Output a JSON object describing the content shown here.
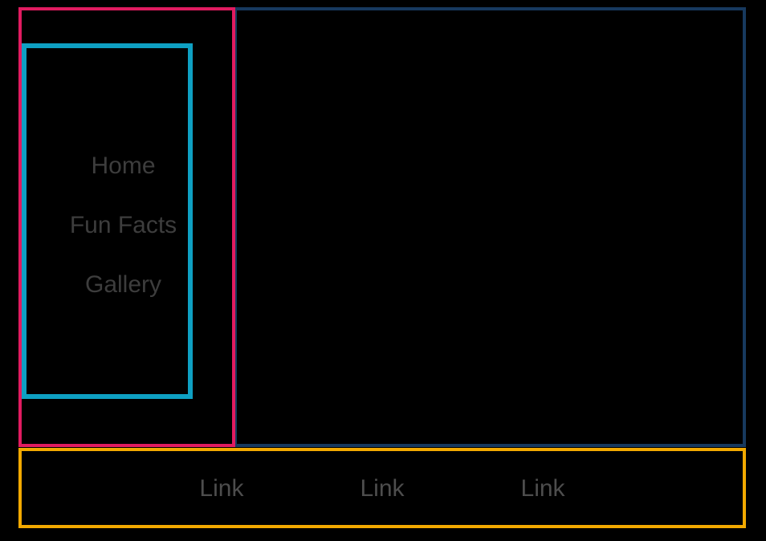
{
  "colors": {
    "background": "#000000",
    "sidebar_border": "#e11b60",
    "main_border": "#17395e",
    "nav_border": "#0ea0c3",
    "footer_border": "#f2a900",
    "nav_text": "#3d3d3d",
    "link_text": "#4d4d4d"
  },
  "sidebar": {
    "nav_items": [
      {
        "label": "Home"
      },
      {
        "label": "Fun Facts"
      },
      {
        "label": "Gallery"
      }
    ]
  },
  "footer": {
    "links": [
      {
        "label": "Link"
      },
      {
        "label": "Link"
      },
      {
        "label": "Link"
      }
    ]
  }
}
